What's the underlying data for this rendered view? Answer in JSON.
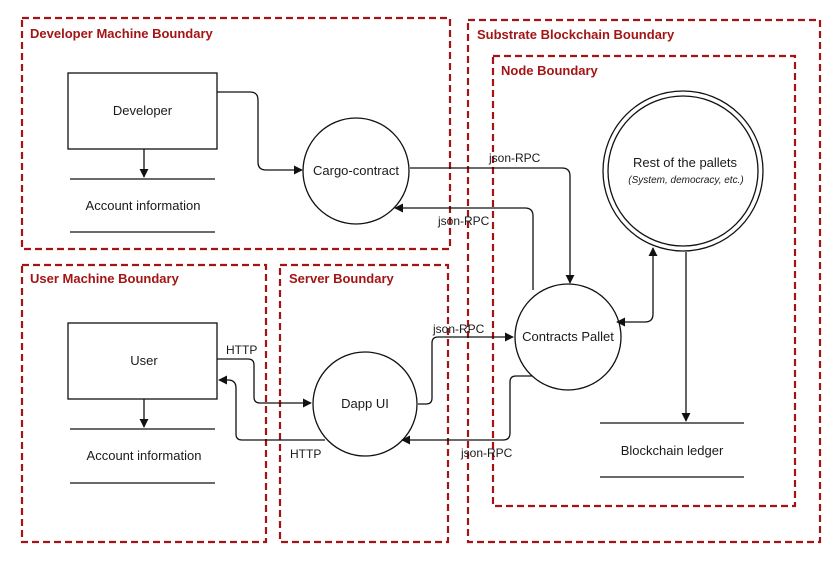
{
  "boundaries": {
    "developer_machine": "Developer Machine Boundary",
    "substrate_blockchain": "Substrate Blockchain Boundary",
    "node": "Node Boundary",
    "user_machine": "User Machine Boundary",
    "server": "Server Boundary"
  },
  "nodes": {
    "developer": "Developer",
    "developer_account": "Account information",
    "cargo_contract": "Cargo-contract",
    "rest_of_pallets": "Rest of the pallets",
    "rest_of_pallets_sub": "(System, democracy, etc.)",
    "user": "User",
    "user_account": "Account information",
    "dapp_ui": "Dapp UI",
    "contracts_pallet": "Contracts Pallet",
    "blockchain_ledger": "Blockchain ledger"
  },
  "flows": {
    "cargo_to_contracts": "json-RPC",
    "contracts_to_cargo": "json-RPC",
    "dapp_to_contracts": "json-RPC",
    "contracts_to_dapp": "json-RPC",
    "user_to_dapp": "HTTP",
    "dapp_to_user": "HTTP"
  },
  "colors": {
    "boundary": "#a31515",
    "stroke": "#111111"
  }
}
